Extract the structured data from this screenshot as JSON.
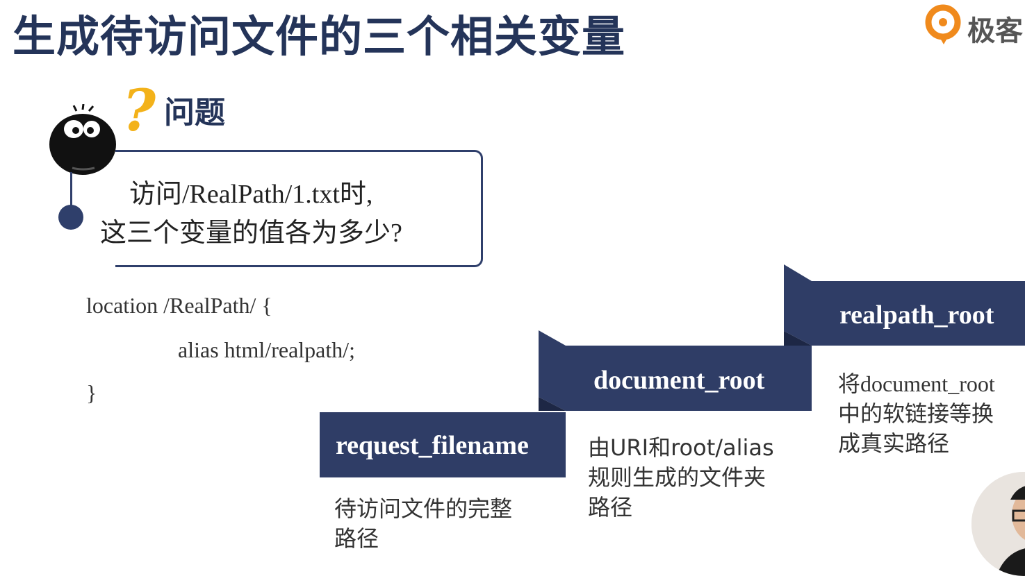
{
  "slide": {
    "title": "生成待访问文件的三个相关变量",
    "logo_text": "极客",
    "question_label": "问题",
    "question_line1": "访问/RealPath/1.txt时,",
    "question_line2": "这三个变量的值各为多少?",
    "code": {
      "line1": "location  /RealPath/ {",
      "line2": "alias html/realpath/;",
      "line3": "}"
    },
    "steps": [
      {
        "label": "request_filename",
        "desc_line1": "待访问文件的完整",
        "desc_line2": "路径",
        "desc_line3": ""
      },
      {
        "label": "document_root",
        "desc_line1": "由URI和root/alias",
        "desc_line2": "规则生成的文件夹",
        "desc_line3": "路径"
      },
      {
        "label": "realpath_root",
        "desc_line1": "将document_root",
        "desc_line2": "中的软链接等换",
        "desc_line3": "成真实路径"
      }
    ]
  },
  "colors": {
    "navy": "#2f3d66",
    "title": "#243459",
    "accent_orange": "#f08a1c",
    "question_mark": "#f3b21a"
  },
  "icons": [
    "question-mark-icon",
    "cartoon-face-icon",
    "logo-icon",
    "presenter-avatar"
  ]
}
